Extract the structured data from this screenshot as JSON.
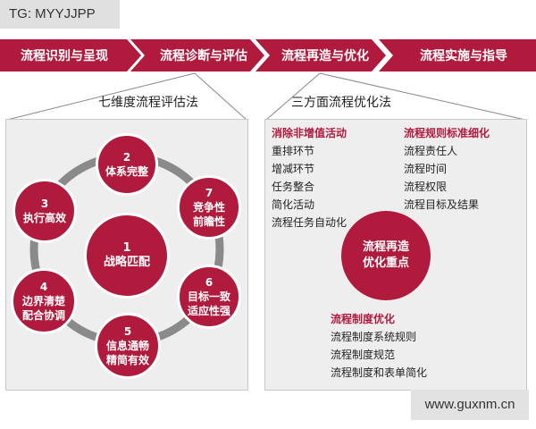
{
  "watermark_tl": "TG: MYYJJPP",
  "watermark_br": "www.guxnm.cn",
  "steps": [
    "流程识别与呈现",
    "流程诊断与评估",
    "流程再造与优化",
    "流程实施与指导"
  ],
  "left_caption": "七维度流程评估法",
  "right_caption": "三方面流程优化法",
  "center_node": {
    "num": "1",
    "label": "战略匹配"
  },
  "ring_nodes": [
    {
      "num": "2",
      "label": "体系完整"
    },
    {
      "num": "7",
      "label": "竞争性",
      "label2": "前瞻性"
    },
    {
      "num": "6",
      "label": "目标一致",
      "label2": "适应性强"
    },
    {
      "num": "5",
      "label": "信息通畅",
      "label2": "精简有效"
    },
    {
      "num": "4",
      "label": "边界清楚",
      "label2": "配合协调"
    },
    {
      "num": "3",
      "label": "执行高效"
    }
  ],
  "optimization": {
    "center": {
      "line1": "流程再造",
      "line2": "优化重点"
    },
    "groups": [
      {
        "title": "消除非增值活动",
        "items": [
          "重排环节",
          "增减环节",
          "任务整合",
          "简化活动",
          "流程任务自动化"
        ]
      },
      {
        "title": "流程规则标准细化",
        "items": [
          "流程责任人",
          "流程时间",
          "流程权限",
          "流程目标及结果"
        ]
      },
      {
        "title": "流程制度优化",
        "items": [
          "流程制度系统规则",
          "流程制度规范",
          "流程制度和表单简化"
        ]
      }
    ]
  },
  "colors": {
    "accent": "#b01a3c",
    "panel": "#efeeee",
    "ring": "#888888"
  }
}
